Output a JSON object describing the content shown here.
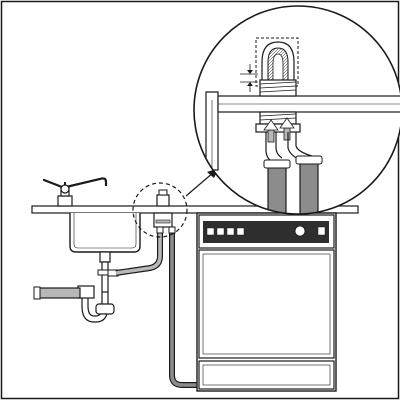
{
  "diagram": {
    "description_visible_text": "",
    "colors": {
      "stroke": "#1a1a1a",
      "hose_fill": "#8c8c8c",
      "hose_light": "#b8b8b8",
      "panel_dark": "#2e2e2e",
      "button_fill": "#ffffff",
      "background": "#ffffff"
    },
    "components": {
      "sink_faucet": "faucet-icon",
      "sink_basin": "sink-basin",
      "p_trap": "p-trap-pipe",
      "drain_hose": "drain-hose",
      "dishwasher": "dishwasher-unit",
      "callout": "magnifier-callout",
      "arrow": "callout-arrow"
    }
  }
}
